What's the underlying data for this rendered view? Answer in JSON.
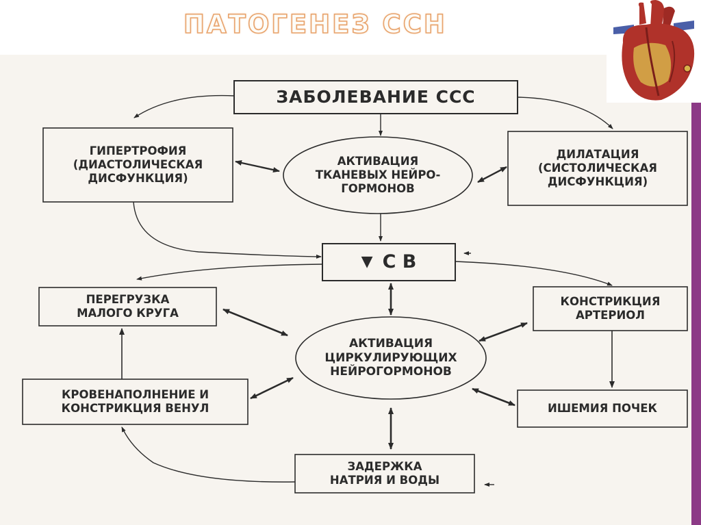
{
  "title": "ПАТОГЕНЕЗ ССН",
  "nodes": {
    "disease": "ЗАБОЛЕВАНИЕ ССС",
    "hypertrophy": [
      "ГИПЕРТРОФИЯ",
      "(ДИАСТОЛИЧЕСКАЯ",
      "ДИСФУНКЦИЯ)"
    ],
    "tissue_activation": [
      "АКТИВАЦИЯ",
      "ТКАНЕВЫХ НЕЙРО-",
      "ГОРМОНОВ"
    ],
    "dilatation": [
      "ДИЛАТАЦИЯ",
      "(СИСТОЛИЧЕСКАЯ",
      "ДИСФУНКЦИЯ)"
    ],
    "cardiac_output": "С В",
    "cardiac_output_arrow": "▼",
    "pulmonary_overload": [
      "ПЕРЕГРУЗКА",
      "МАЛОГО КРУГА"
    ],
    "arteriole_constriction": [
      "КОНСТРИКЦИЯ",
      "АРТЕРИОЛ"
    ],
    "circulating_activation": [
      "АКТИВАЦИЯ",
      "ЦИРКУЛИРУЮЩИХ",
      "НЕЙРОГОРМОНОВ"
    ],
    "venule_constriction": [
      "КРОВЕНАПОЛНЕНИЕ И",
      "КОНСТРИКЦИЯ ВЕНУЛ"
    ],
    "kidney_ischemia": "ИШЕМИЯ ПОЧЕК",
    "sodium_retention": [
      "ЗАДЕРЖКА",
      "НАТРИЯ И ВОДЫ"
    ]
  },
  "colors": {
    "title_outline": "#e8a36c",
    "scan_background": "#f7f4ef",
    "line": "#2b2b2b",
    "side_bar": "#8c3a86",
    "heart_red": "#b0322a",
    "heart_gold": "#d7b24a",
    "vessel_blue": "#4a5fa8"
  },
  "icons": [
    "heart-icon"
  ]
}
